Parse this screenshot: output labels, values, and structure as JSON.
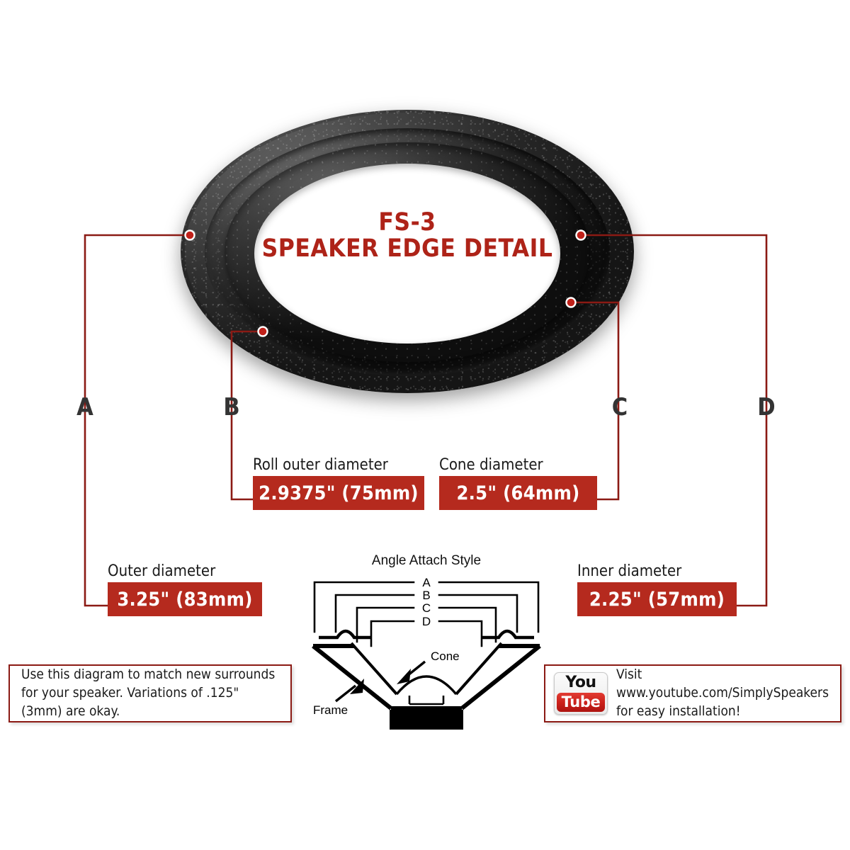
{
  "title": {
    "line1": "FS-3",
    "line2": "SPEAKER EDGE DETAIL",
    "color": "#AE2318"
  },
  "markers": [
    {
      "id": "A",
      "label": "A"
    },
    {
      "id": "B",
      "label": "B"
    },
    {
      "id": "C",
      "label": "C"
    },
    {
      "id": "D",
      "label": "D"
    }
  ],
  "measurements": [
    {
      "key": "roll_outer_diameter",
      "marker": "B",
      "label": "Roll outer diameter",
      "value": "2.9375\" (75mm)",
      "inches": 2.9375,
      "mm": 75
    },
    {
      "key": "cone_diameter",
      "marker": "C",
      "label": "Cone diameter",
      "value": "2.5\" (64mm)",
      "inches": 2.5,
      "mm": 64
    },
    {
      "key": "outer_diameter",
      "marker": "A",
      "label": "Outer diameter",
      "value": "3.25\" (83mm)",
      "inches": 3.25,
      "mm": 83
    },
    {
      "key": "inner_diameter",
      "marker": "D",
      "label": "Inner diameter",
      "value": "2.25\" (57mm)",
      "inches": 2.25,
      "mm": 57
    }
  ],
  "cross_section": {
    "title": "Angle Attach Style",
    "bracket_labels": [
      "A",
      "B",
      "C",
      "D"
    ],
    "cone_label": "Cone",
    "frame_label": "Frame"
  },
  "note": {
    "text": "Use this diagram to match new surrounds for your speaker. Variations of .125\" (3mm) are okay.",
    "border_color": "#8B1A14"
  },
  "youtube": {
    "logo_top": "You",
    "logo_bottom": "Tube",
    "text": "Visit www.youtube.com/SimplySpeakers for easy installation!",
    "brand_red": "#C9201A"
  },
  "colors": {
    "accent_red": "#B52A1E",
    "line_red": "#8B1A14",
    "dot_red": "#C0211A",
    "text_dark": "#1a1a1a"
  }
}
